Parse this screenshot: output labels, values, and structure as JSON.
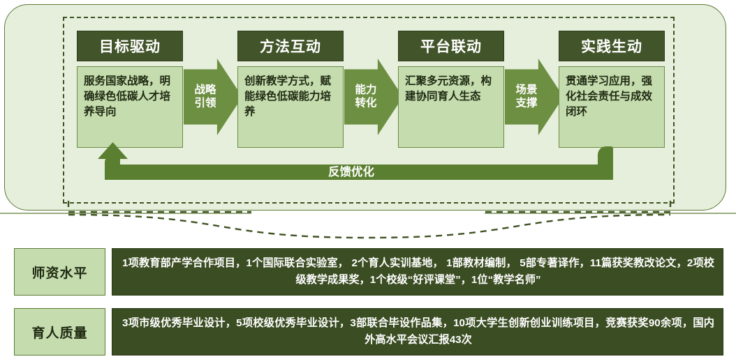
{
  "diagram": {
    "feedback_label": "反馈优化",
    "stages": [
      {
        "title": "目标驱动",
        "body": "服务国家战略，明确绿色低碳人才培养导向"
      },
      {
        "title": "方法互动",
        "body": "创新教学方式，赋能绿色低碳能力培养"
      },
      {
        "title": "平台联动",
        "body": "汇聚多元资源，构建协同育人生态"
      },
      {
        "title": "实践生动",
        "body": "贯通学习应用，强化社会责任与成效闭环"
      }
    ],
    "connectors": [
      {
        "label": "战略\n引领"
      },
      {
        "label": "能力\n转化"
      },
      {
        "label": "场景\n支撑"
      }
    ]
  },
  "outcomes": [
    {
      "label": "师资水平",
      "text": "1项教育部产学合作项目，1个国际联合实验室， 2个育人实训基地， 1部教材编制， 5部专著译作，11篇获奖教改论文，2项校级教学成果奖，1个校级“好评课堂”，1位“教学名师”"
    },
    {
      "label": "育人质量",
      "text": "3项市级优秀毕业设计，5项校级优秀毕业设计，3部联合毕设作品集，10项大学生创新创业训练项目，竞赛获奖90余项，国内外高水平会议汇报43次"
    }
  ],
  "colors": {
    "panel_fill": "#e6efdc",
    "panel_border": "#5d7a36",
    "header_dark": "#425429",
    "body_light": "#c5dcae",
    "arrow_green": "#6d8f42",
    "feedback_green": "#5b7f31",
    "outcome_dark": "#3b4d22",
    "dashed_border": "#3f5223"
  }
}
